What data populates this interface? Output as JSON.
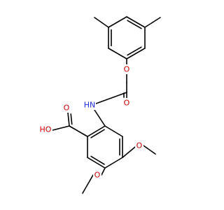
{
  "colors": {
    "bond": "#000000",
    "oxygen": "#d40000",
    "nitrogen": "#1c2bd8",
    "background": "#ffffff"
  },
  "atoms": [
    {
      "name": "atom-ether-oxygen",
      "label": "O",
      "element": "oxygen"
    },
    {
      "name": "atom-amide-oxygen",
      "label": "O",
      "element": "oxygen"
    },
    {
      "name": "atom-amide-nitrogen",
      "label": "HN",
      "element": "nitrogen"
    },
    {
      "name": "atom-carboxyl-carbonyl-oxygen",
      "label": "O",
      "element": "oxygen"
    },
    {
      "name": "atom-carboxyl-hydroxyl",
      "label": "HO",
      "element": "oxygen"
    },
    {
      "name": "atom-methoxy-oxygen-upper",
      "label": "O",
      "element": "oxygen"
    },
    {
      "name": "atom-methoxy-oxygen-lower",
      "label": "O",
      "element": "oxygen"
    }
  ]
}
